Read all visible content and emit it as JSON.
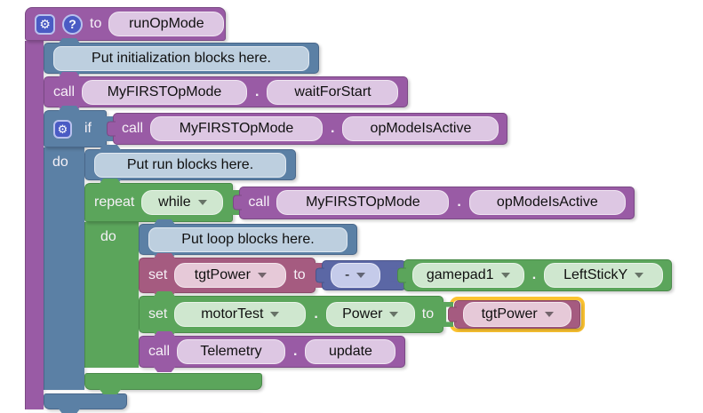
{
  "workspace": {
    "background": "#ffffff",
    "app": "FTC Blockly OpMode editor"
  },
  "icons": {
    "gear": "⚙",
    "help": "?"
  },
  "separator": ".",
  "blocks": {
    "procedure": {
      "label": "to",
      "name": "runOpMode"
    },
    "comment_init": {
      "text": "Put initialization blocks here."
    },
    "call_wait_for_start": {
      "label": "call",
      "object": "MyFIRSTOpMode",
      "method": "waitForStart"
    },
    "if_block": {
      "label": "if",
      "do_label": "do"
    },
    "if_condition": {
      "label": "call",
      "object": "MyFIRSTOpMode",
      "method": "opModeIsActive"
    },
    "comment_run": {
      "text": "Put run blocks here."
    },
    "repeat_block": {
      "label": "repeat",
      "mode": "while",
      "do_label": "do"
    },
    "while_condition": {
      "label": "call",
      "object": "MyFIRSTOpMode",
      "method": "opModeIsActive"
    },
    "comment_loop": {
      "text": "Put loop blocks here."
    },
    "set_tgt_power": {
      "label": "set",
      "variable": "tgtPower",
      "to_label": "to"
    },
    "negate": {
      "operator": "-"
    },
    "gamepad": {
      "object": "gamepad1",
      "property": "LeftStickY"
    },
    "set_motor_power": {
      "label": "set",
      "device": "motorTest",
      "property": "Power",
      "to_label": "to"
    },
    "tgt_power_get": {
      "variable": "tgtPower"
    },
    "call_telemetry": {
      "label": "call",
      "object": "Telemetry",
      "method": "update"
    }
  },
  "colors": {
    "procedure_purple": "#995ba5",
    "logic_blue": "#5b80a5",
    "loop_green": "#5ba55b",
    "variable_maroon": "#a55b80",
    "math_indigo": "#5b67a5",
    "highlight_gold": "#fcc331",
    "icon_blue": "#4a5bc4"
  }
}
